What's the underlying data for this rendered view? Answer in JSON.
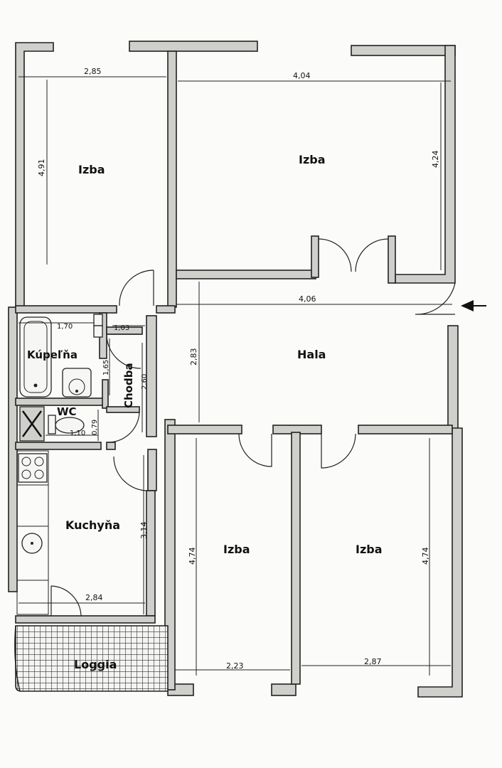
{
  "rooms": {
    "izba_top_left": "Izba",
    "izba_top_right": "Izba",
    "kupelna": "Kúpeľňa",
    "wc": "WC",
    "chodba": "Chodba",
    "hala": "Hala",
    "kuchyna": "Kuchyňa",
    "izba_bottom_left": "Izba",
    "izba_bottom_right": "Izba",
    "loggia": "Loggia"
  },
  "dimensions": {
    "d_285": "2,85",
    "d_404": "4,04",
    "d_491": "4,91",
    "d_424": "4,24",
    "d_406": "4,06",
    "d_170": "1,70",
    "d_103": "1,03",
    "d_165": "1,65",
    "d_260": "2,60",
    "d_283": "2,83",
    "d_079": "0,79",
    "d_110": "1,10",
    "d_314": "3,14",
    "d_474_left": "4,74",
    "d_474_right": "4,74",
    "d_284": "2,84",
    "d_223": "2,23",
    "d_287": "2,87"
  },
  "icons": {
    "entrance": "entrance-arrow-icon"
  }
}
